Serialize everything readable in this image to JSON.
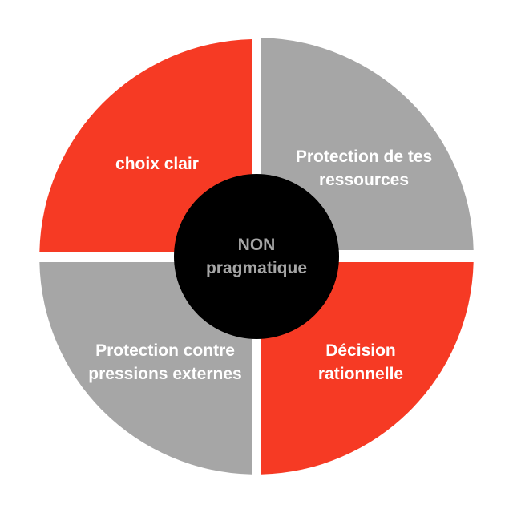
{
  "colors": {
    "accent_red": "#f63a24",
    "neutral_gray": "#a6a6a6",
    "center_fill": "#000000",
    "label_text": "#ffffff",
    "center_text": "#a6a6a6",
    "background": "#ffffff"
  },
  "center": {
    "line1": "NON",
    "line2": "pragmatique"
  },
  "quadrants": {
    "top_left": {
      "line1": "choix clair",
      "color": "#f63a24"
    },
    "top_right": {
      "line1": "Protection de tes",
      "line2": "ressources",
      "color": "#a6a6a6"
    },
    "bottom_left": {
      "line1": "Protection contre",
      "line2": "pressions externes",
      "color": "#a6a6a6"
    },
    "bottom_right": {
      "line1": "Décision",
      "line2": "rationnelle",
      "color": "#f63a24"
    }
  }
}
